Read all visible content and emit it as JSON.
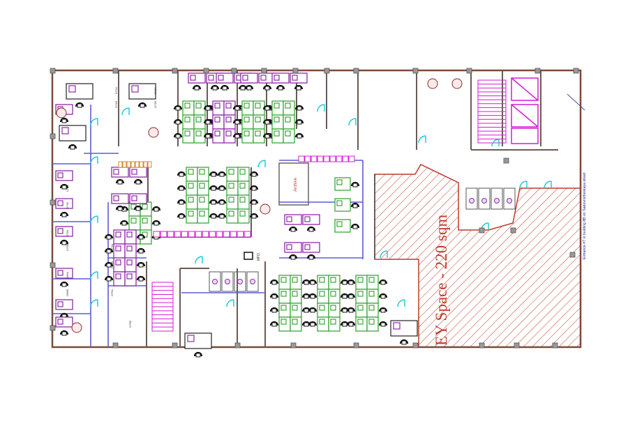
{
  "plan": {
    "ey_space_label": "EY Space - 220 sqm",
    "archive_label": "Archive",
    "mfd_label": "MFD",
    "entrance_note": "Entrance #7 in building 8B on Sadovnicheskaya street",
    "desk_tags": [
      "D72A",
      "D73A",
      "D72B",
      "D73B",
      "D71A",
      "D71B",
      "D70A",
      "D70B",
      "D69A",
      "D69B",
      "D74A",
      "D74B",
      "D75A",
      "D75B"
    ]
  },
  "colors": {
    "wall": "#7a4a3a",
    "ey_hatch": "#c0392b",
    "ey_text": "#c0392b",
    "desk_purple": "#8e2aa8",
    "desk_green": "#3aa63a",
    "chair": "#111111",
    "door": "#19c6d6",
    "partition": "#5b5bd6",
    "orange": "#d08a2a",
    "stairs": "#d61ad6",
    "note": "#1a1a8c"
  }
}
